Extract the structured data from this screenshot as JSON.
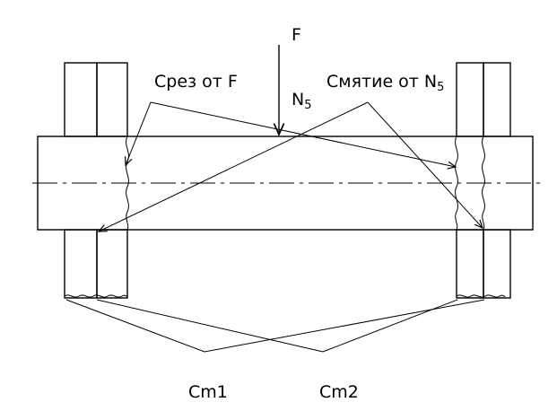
{
  "labels": {
    "force": "F",
    "normal_force_base": "N",
    "normal_force_sub": "5",
    "shear": "Срез  от F",
    "bearing_base": "Смятие от N",
    "bearing_sub": "5",
    "cm1": "Cm1",
    "cm2": "Cm2"
  },
  "colors": {
    "ink": "#000000",
    "background": "#ffffff"
  }
}
